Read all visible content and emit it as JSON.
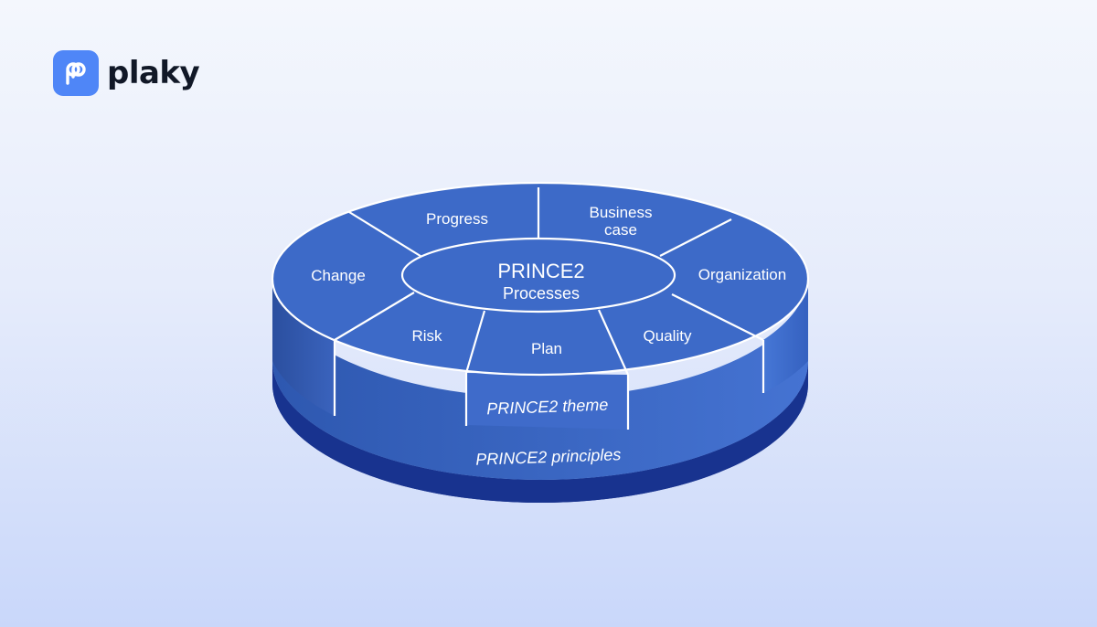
{
  "brand": {
    "name": "plaky",
    "accent_color": "#4f86f7",
    "logo_icon": "plaky-logo-icon"
  },
  "diagram": {
    "center": {
      "title": "PRINCE2",
      "subtitle": "Processes"
    },
    "themes": {
      "progress": "Progress",
      "business_case_line1": "Business",
      "business_case_line2": "case",
      "organization": "Organization",
      "quality": "Quality",
      "plan": "Plan",
      "risk": "Risk",
      "change": "Change"
    },
    "theme_layer_label": "PRINCE2 theme",
    "principles_layer_label": "PRINCE2 principles",
    "colors": {
      "top_face": "#3d6ac8",
      "theme_side": "#2f57ad",
      "theme_side_light": "#4774d3",
      "principles_layer": "#162f86",
      "divider": "#ffffff"
    }
  }
}
